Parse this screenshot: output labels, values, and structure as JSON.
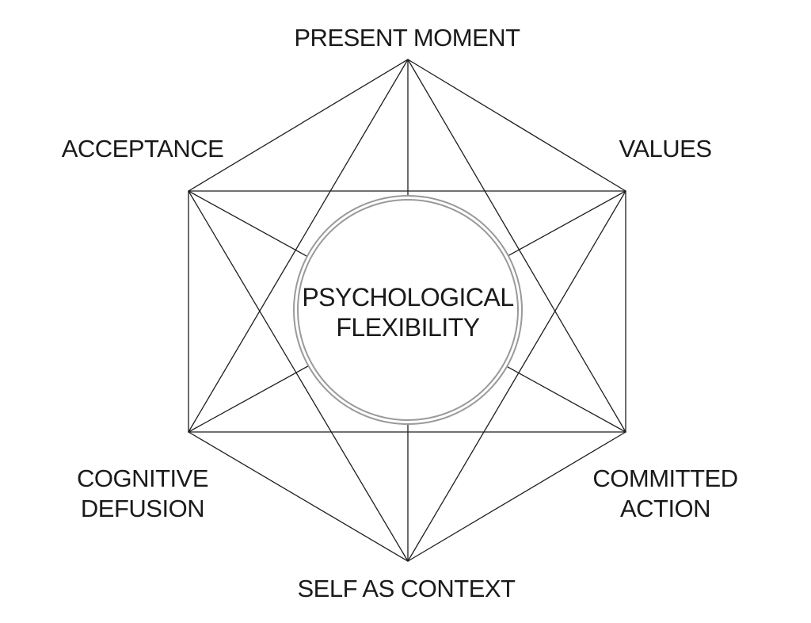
{
  "diagram": {
    "center": {
      "line1": "PSYCHOLOGICAL",
      "line2": "FLEXIBILITY"
    },
    "nodes": {
      "present_moment": "PRESENT MOMENT",
      "values": "VALUES",
      "committed_action": {
        "line1": "COMMITTED",
        "line2": "ACTION"
      },
      "self_as_context": "SELF AS CONTEXT",
      "cognitive_defusion": {
        "line1": "COGNITIVE",
        "line2": "DEFUSION"
      },
      "acceptance": "ACCEPTANCE"
    },
    "colors": {
      "line": "#1e1e1e",
      "circle_outline": "#9a9a9a",
      "text": "#1a1a1a",
      "background": "#ffffff"
    }
  }
}
